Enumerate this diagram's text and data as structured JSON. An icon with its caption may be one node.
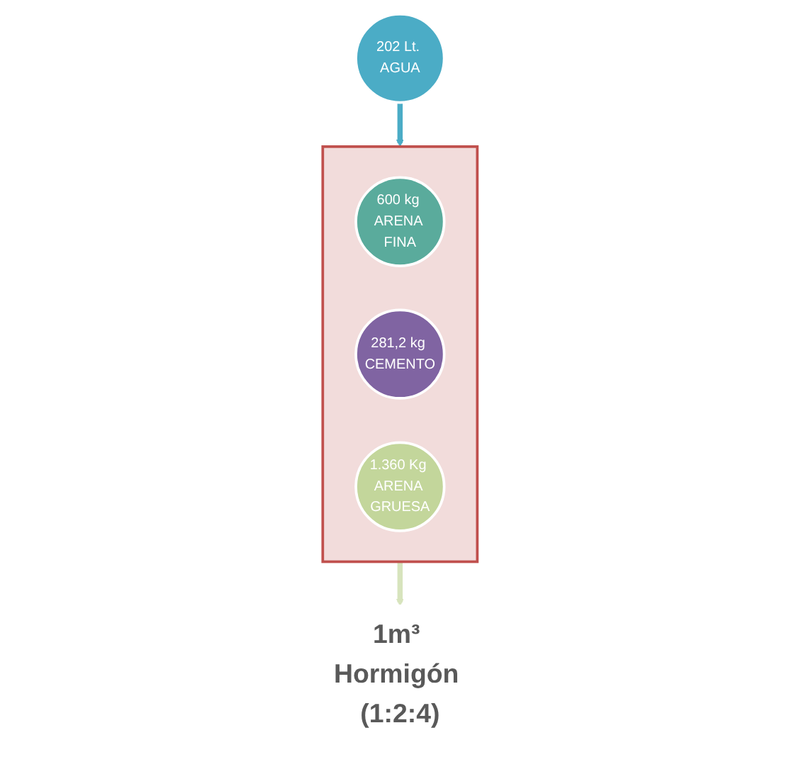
{
  "diagram": {
    "nodes": [
      {
        "text": [
          "202 Lt. AGUA"
        ]
      },
      {
        "text": [],
        "shape": "funnel"
      },
      {
        "text": [
          "600 kg ARENA FINA"
        ],
        "in": 1
      },
      {
        "text": [
          "281,2 kg CEMENTO"
        ],
        "in": 1
      },
      {
        "text": [
          "1.360 Kg ARENA GRUESA"
        ],
        "in": 1
      },
      {
        "text": [
          "1m³ Hormigón (1:2:4)"
        ]
      }
    ],
    "edges": [
      {
        "from": 0,
        "to": 1,
        "arrow": "to",
        "color": "#4bacc6"
      },
      {
        "from": 1,
        "to": 5,
        "arrow": "to",
        "color": "#d7e4bd"
      }
    ]
  }
}
